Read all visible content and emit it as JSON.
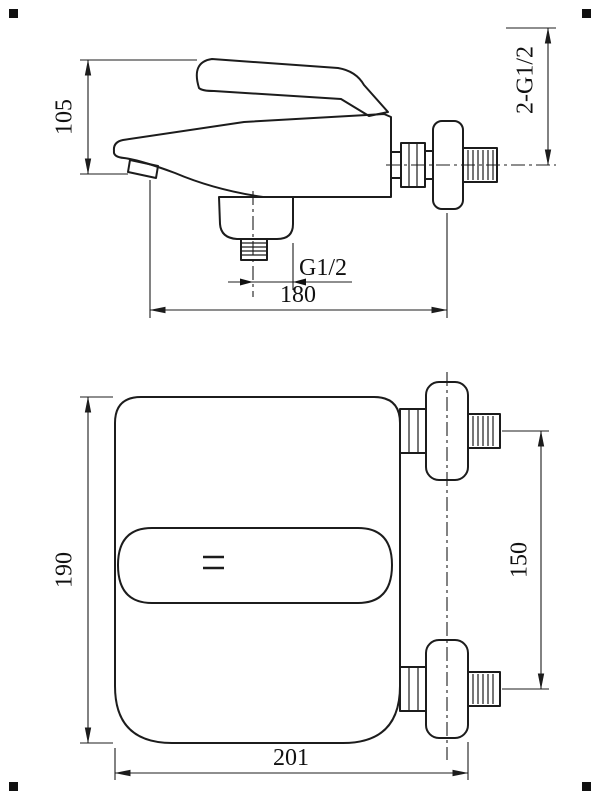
{
  "drawing": {
    "side_view": {
      "height_dim": "105",
      "wall_thread_dim": "2-G1/2",
      "shower_thread_dim": "G1/2",
      "reach_dim": "180"
    },
    "front_view": {
      "height_dim": "190",
      "spacing_dim": "150",
      "width_dim": "201"
    }
  }
}
